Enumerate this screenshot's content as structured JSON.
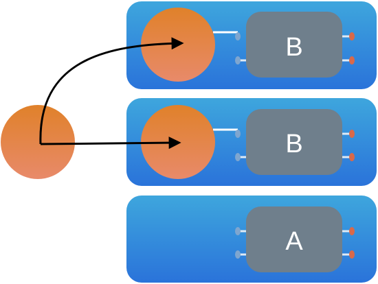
{
  "colors": {
    "panel_top": "#3ea6dd",
    "panel_bottom": "#2a73da",
    "box": "#6f7f8c",
    "circle_top": "#e0812a",
    "circle_bottom": "#e88a6a",
    "port_in": "#7fa6cf",
    "port_out": "#d9694a",
    "wire": "#ffffff",
    "arrow": "#000000"
  },
  "panels": [
    {
      "label": "B",
      "has_circle": true
    },
    {
      "label": "B",
      "has_circle": true
    },
    {
      "label": "A",
      "has_circle": false
    }
  ]
}
